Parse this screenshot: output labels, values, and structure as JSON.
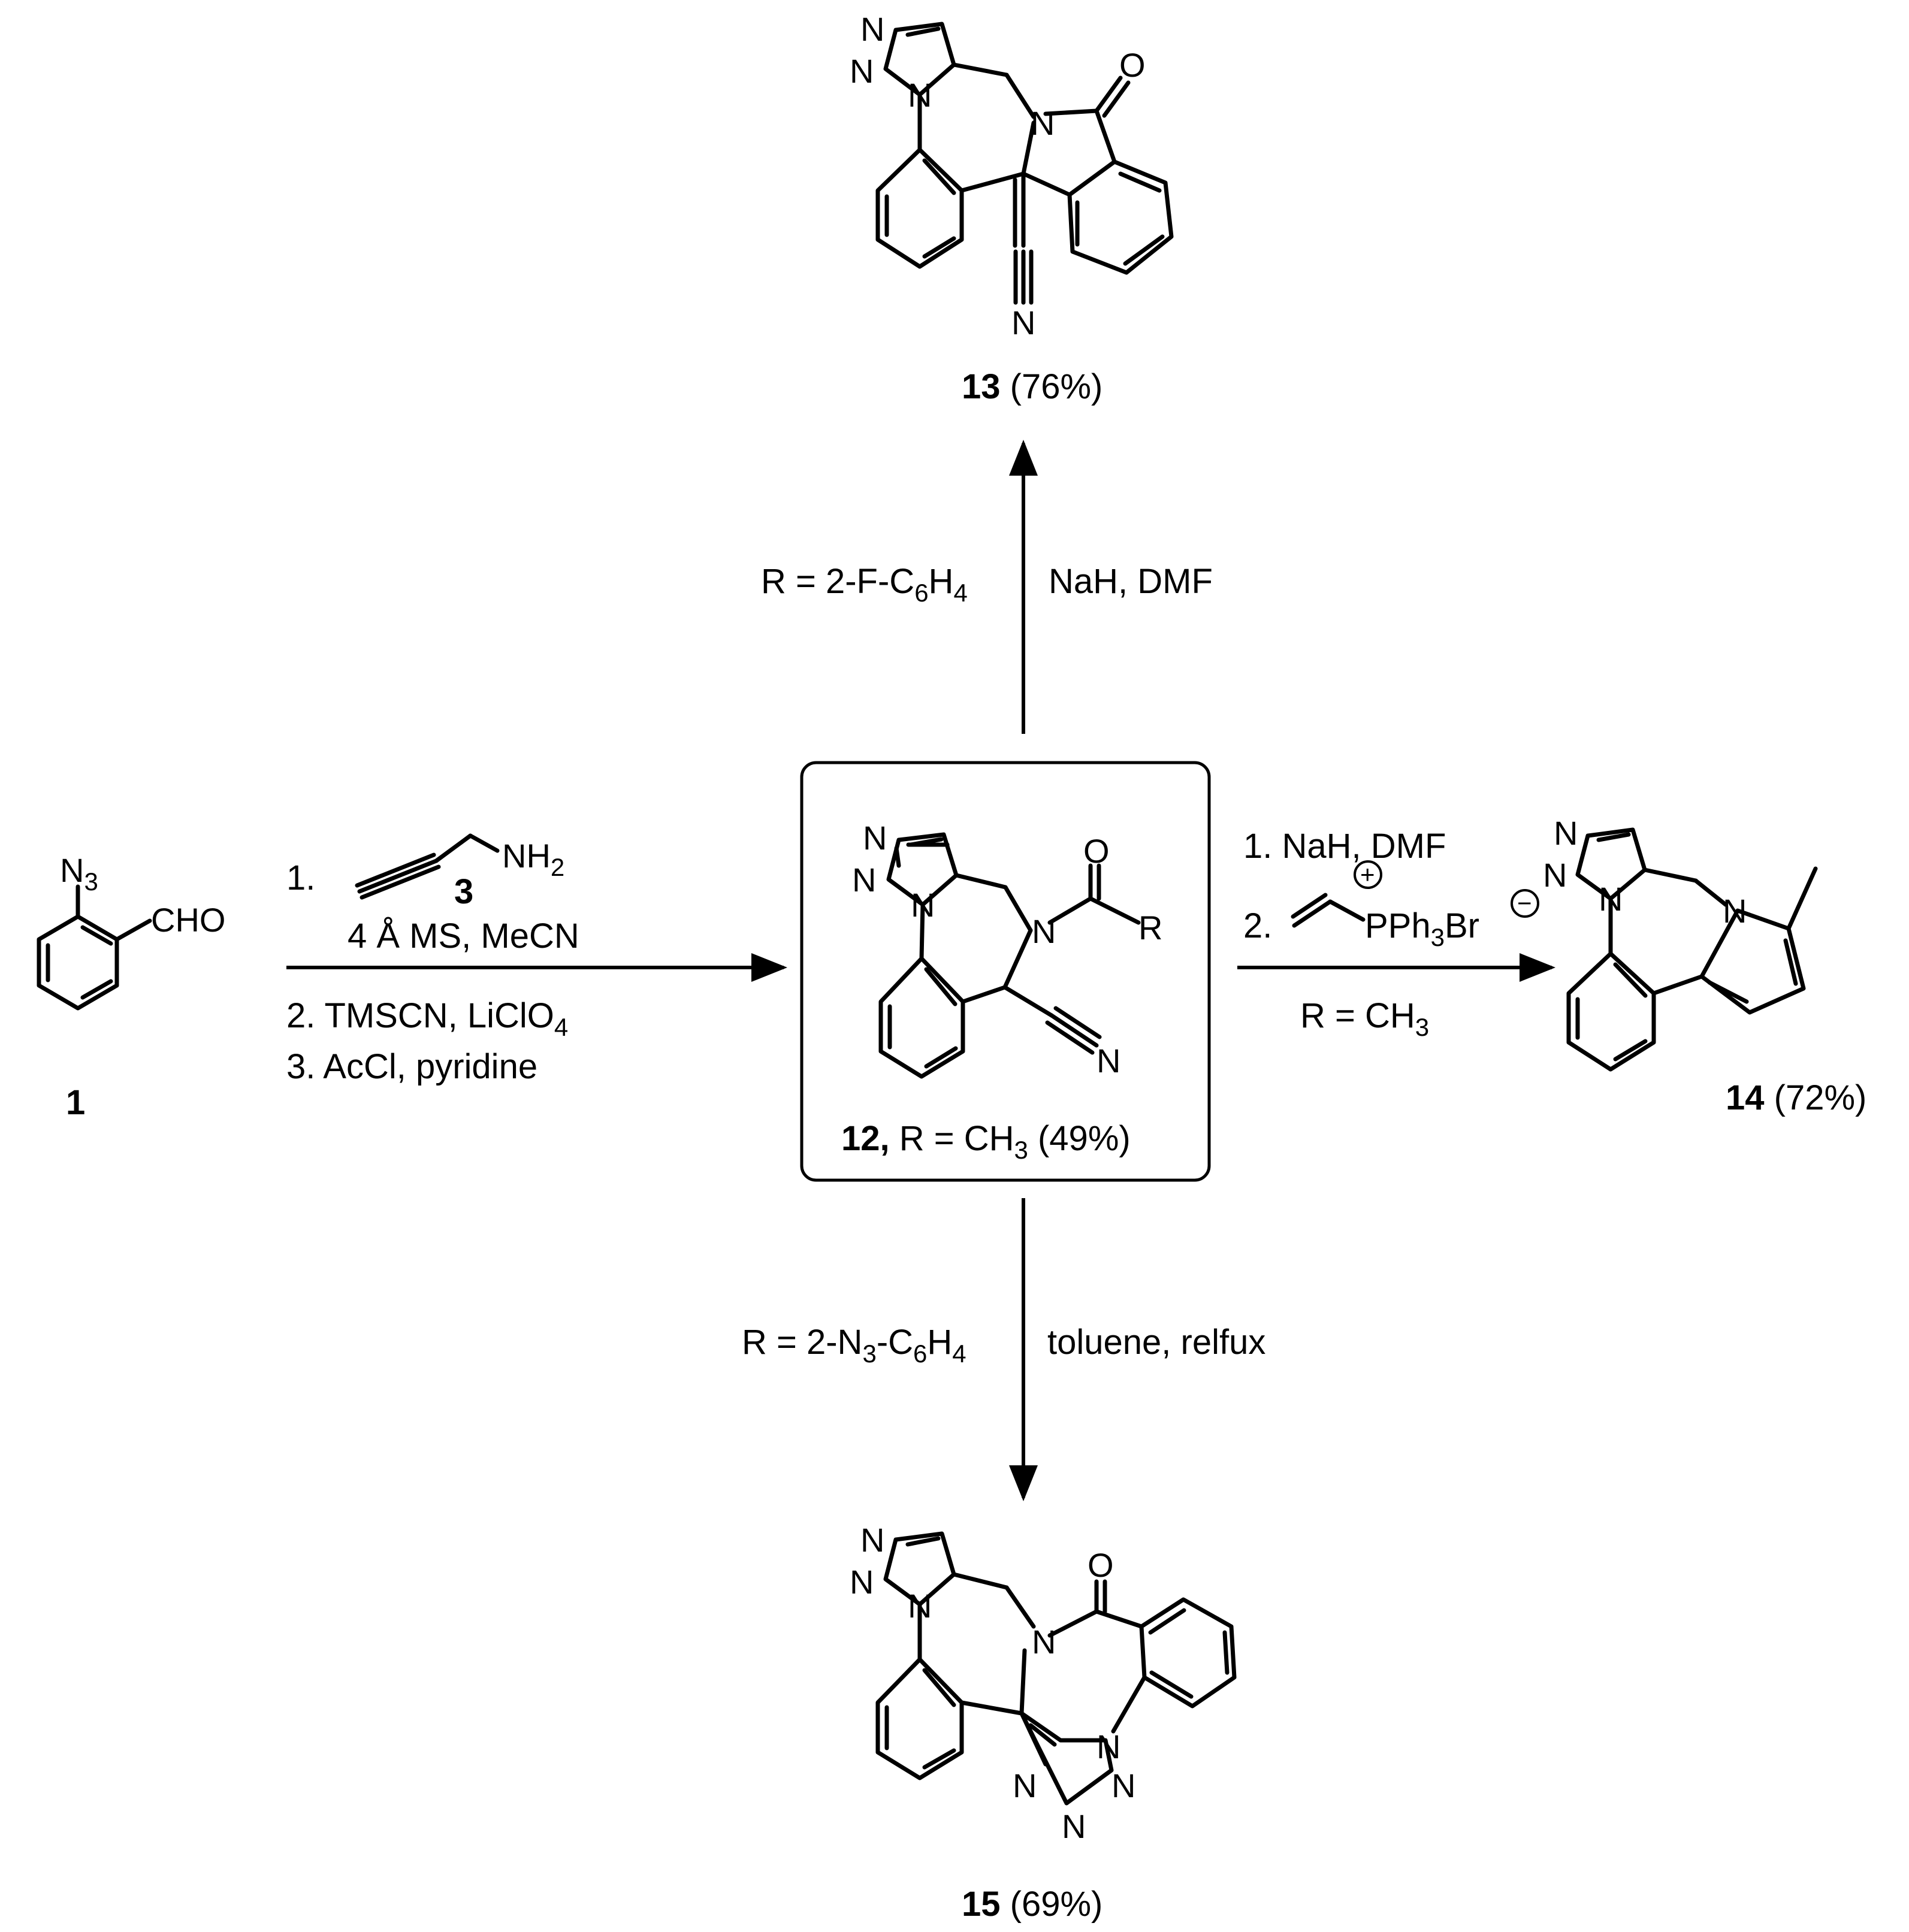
{
  "compounds": {
    "c1": {
      "id": "1",
      "substituent_n3": "N3",
      "group_cho": "CHO"
    },
    "c3": {
      "id": "3",
      "group_nh2": "NH2"
    },
    "c12": {
      "id": "12,",
      "caption_rest": " R = CH",
      "caption_sub": "3",
      "caption_yield": " (49%)",
      "r_label": "R",
      "o_label": "O"
    },
    "c13": {
      "id": "13",
      "yield": " (76%)"
    },
    "c14": {
      "id": "14",
      "yield": " (72%)"
    },
    "c15": {
      "id": "15",
      "yield": " (69%)"
    }
  },
  "atoms": {
    "N": "N",
    "O": "O"
  },
  "reactions": {
    "to_12": {
      "step1_num": "1.",
      "step1_cond": "4 Å MS, MeCN",
      "step2_text": "2. TMSCN, LiClO",
      "step2_sub": "4",
      "step3": "3. AcCl, pyridine"
    },
    "to_13": {
      "r_main": "R = 2-F-C",
      "r_sub1": "6",
      "r_mid": "H",
      "r_sub2": "4",
      "cond": "NaH, DMF"
    },
    "to_14": {
      "step1": "1. NaH, DMF",
      "step2_num": "2.",
      "reagent_text": "PPh",
      "reagent_sub": "3",
      "reagent_tail": "Br",
      "plus": "+",
      "minus": "−",
      "r_text": "R = CH",
      "r_sub": "3"
    },
    "to_15": {
      "r_main": "R = 2-N",
      "r_sub1": "3",
      "r_mid": "-C",
      "r_sub2": "6",
      "r_h": "H",
      "r_sub3": "4",
      "cond": "toluene, relfux"
    }
  }
}
